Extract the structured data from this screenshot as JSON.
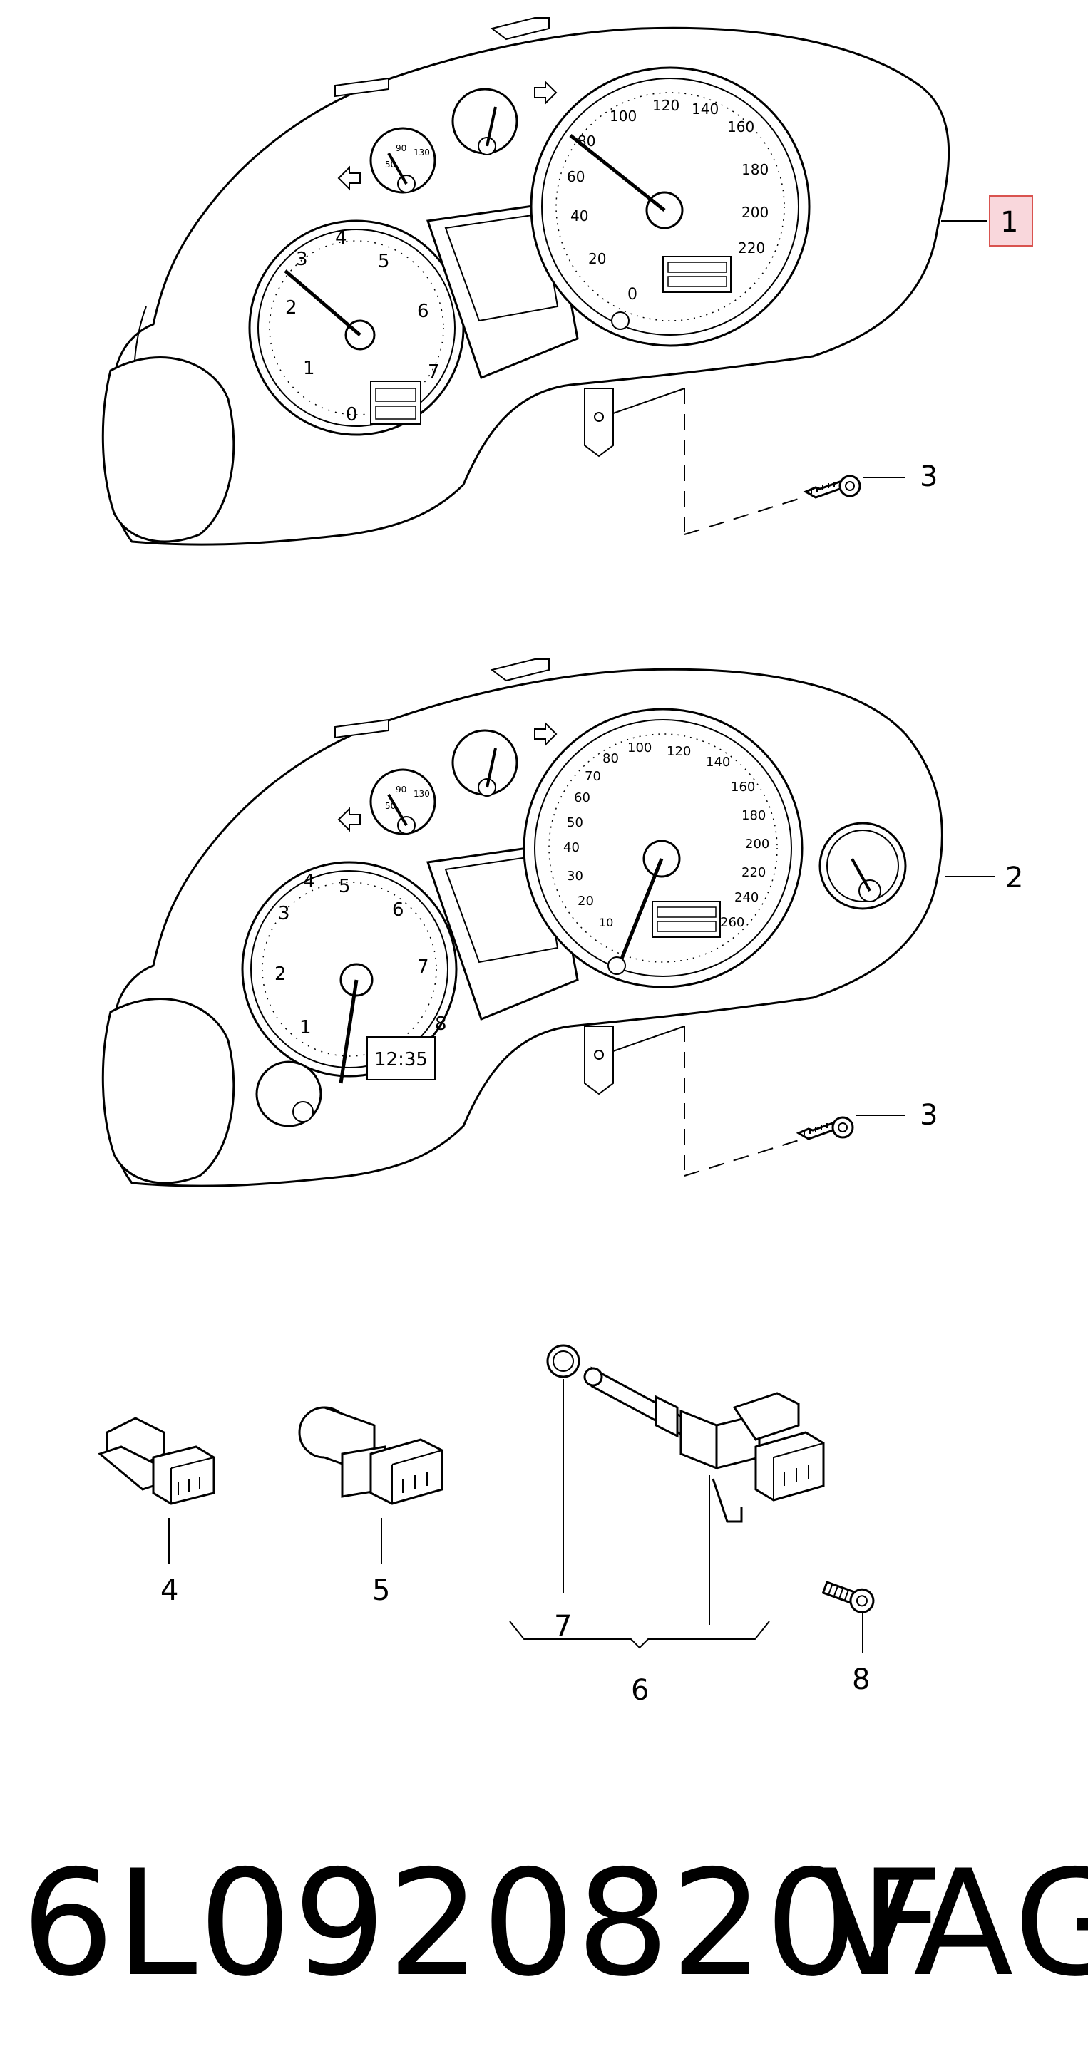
{
  "callouts": {
    "c1": "1",
    "c2": "2",
    "c3a": "3",
    "c3b": "3",
    "c4": "4",
    "c5": "5",
    "c6": "6",
    "c7": "7",
    "c8": "8"
  },
  "highlight_color": "#f9d7dc",
  "highlight_border": "#d9534f",
  "cluster1": {
    "speedo": [
      "20",
      "40",
      "60",
      "80",
      "100",
      "120",
      "140",
      "160",
      "180",
      "200",
      "220"
    ],
    "speedo_zero": "0",
    "tacho": [
      "0",
      "1",
      "2",
      "3",
      "4",
      "5",
      "6",
      "7"
    ],
    "small_gauge": [
      "50",
      "90",
      "130"
    ]
  },
  "cluster2": {
    "speedo": [
      "10",
      "20",
      "30",
      "40",
      "50",
      "60",
      "70",
      "80",
      "100",
      "120",
      "140",
      "160",
      "180",
      "200",
      "220",
      "240",
      "260"
    ],
    "tacho": [
      "1",
      "2",
      "3",
      "4",
      "5",
      "6",
      "7",
      "8"
    ],
    "clock": "12:35",
    "small_gauge": [
      "50",
      "90",
      "130"
    ]
  },
  "footer": {
    "part_number": "6L0920820F",
    "brand": "VAG"
  }
}
